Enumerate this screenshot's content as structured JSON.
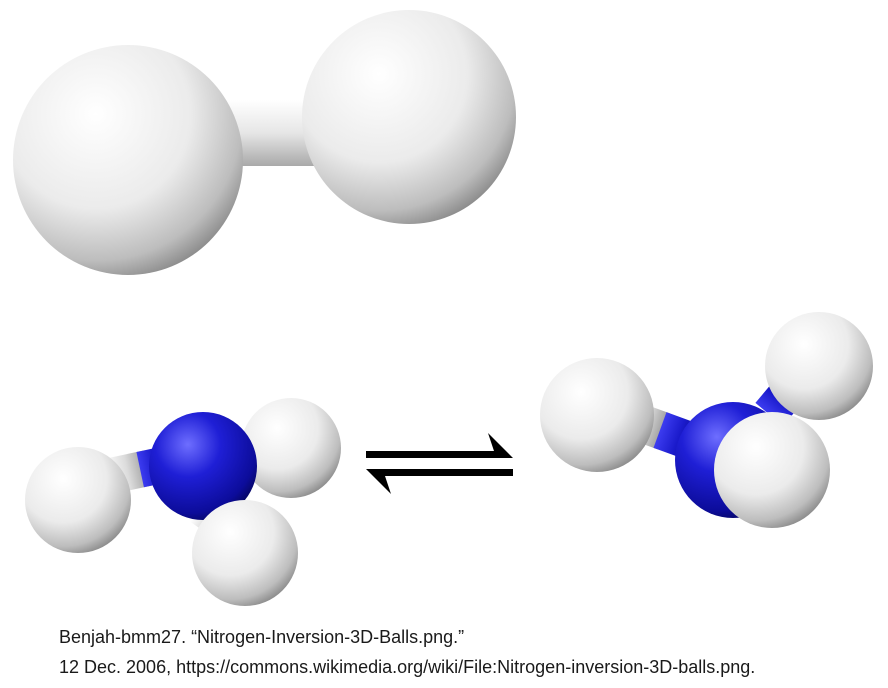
{
  "colors": {
    "hydrogen": "#f2f2f2",
    "nitrogen": "#1414c8",
    "arrow": "#000000",
    "caption": "#1a1a1a"
  },
  "figures": [
    {
      "name": "hydrogen-molecule",
      "atoms": [
        "H",
        "H"
      ]
    },
    {
      "name": "ammonia-molecule-left",
      "atoms": [
        "N",
        "H",
        "H",
        "H"
      ]
    },
    {
      "name": "equilibrium-arrows"
    },
    {
      "name": "ammonia-molecule-right",
      "atoms": [
        "N",
        "H",
        "H",
        "H"
      ]
    }
  ],
  "caption": {
    "line1": "Benjah-bmm27. “Nitrogen-Inversion-3D-Balls.png.”",
    "line2": "12 Dec. 2006, https://commons.wikimedia.org/wiki/File:Nitrogen-inversion-3D-balls.png."
  }
}
